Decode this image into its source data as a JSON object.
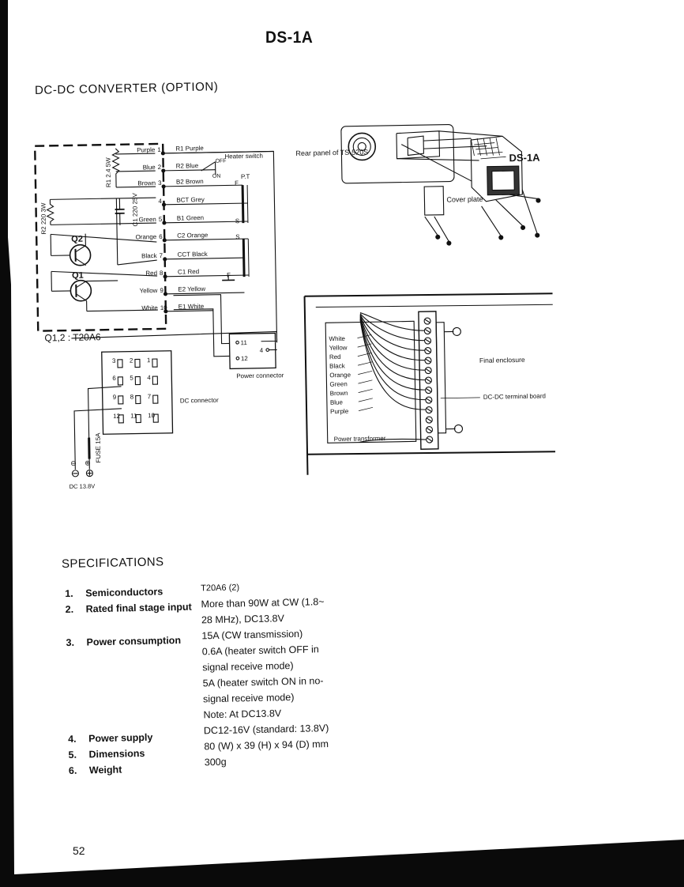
{
  "page": {
    "title": "DS-1A",
    "section_title": "DC-DC CONVERTER (OPTION)",
    "page_number": "52"
  },
  "schematic": {
    "wire_labels": [
      "Purple",
      "Blue",
      "Brown",
      "",
      "Green",
      "Orange",
      "Black",
      "Red",
      "Yellow",
      "White"
    ],
    "pin_numbers": [
      "1",
      "2",
      "3",
      "4",
      "5",
      "6",
      "7",
      "8",
      "9",
      "10"
    ],
    "pt_labels": [
      "R1 Purple",
      "R2 Blue",
      "B2 Brown",
      "BCT Grey",
      "B1 Green",
      "C2 Orange",
      "CCT Black",
      "C1 Red",
      "E2 Yellow",
      "E1 White"
    ],
    "r1": "R1 2.4 5W",
    "r2": "R2 220 3W",
    "c1": "C1 220 25V",
    "heater_switch": "Heater switch",
    "off": "OFF",
    "on": "ON",
    "pt": "P.T",
    "f1": "F",
    "s1": "S",
    "s2": "S",
    "f2": "F",
    "q2": "Q2",
    "q1": "Q1",
    "transistor_type": "Q1,2 : T20A6",
    "power_connector": "Power connector",
    "pc_pin_11": "11",
    "pc_pin_12": "12",
    "pc_pin_4": "4",
    "dc_connector": "DC connector",
    "dc_pins": [
      "3",
      "2",
      "1",
      "6",
      "5",
      "4",
      "9",
      "8",
      "7",
      "12",
      "11",
      "10"
    ],
    "fuse": "FUSE 15A",
    "dc_supply": "DC 13.8V",
    "minus": "⊖",
    "plus": "⊕"
  },
  "assembly": {
    "rear_panel": "Rear panel of TS-520S",
    "unit_name": "DS-1A",
    "cover_plate": "Cover plate"
  },
  "enclosure": {
    "wire_colors": [
      "White",
      "Yellow",
      "Red",
      "Black",
      "Orange",
      "Green",
      "Brown",
      "Blue",
      "Purple"
    ],
    "power_transformer": "Power transformer",
    "final_enclosure": "Final enclosure",
    "terminal_board": "DC-DC terminal board"
  },
  "specifications": {
    "heading": "SPECIFICATIONS",
    "items": [
      {
        "num": "1.",
        "label": "Semiconductors"
      },
      {
        "num": "2.",
        "label": "Rated final stage input"
      },
      {
        "num": "3.",
        "label": "Power consumption"
      },
      {
        "num": "4.",
        "label": "Power supply"
      },
      {
        "num": "5.",
        "label": "Dimensions"
      },
      {
        "num": "6.",
        "label": "Weight"
      }
    ],
    "values": [
      "T20A6 (2)",
      "More than 90W at CW (1.8~",
      "28 MHz), DC13.8V",
      "15A (CW transmission)",
      "0.6A (heater switch OFF in",
      "signal receive mode)",
      "5A (heater switch ON in no-",
      "signal receive mode)",
      "Note:  At DC13.8V",
      "DC12-16V (standard: 13.8V)",
      "80 (W) x 39 (H) x 94 (D) mm",
      "300g"
    ]
  }
}
